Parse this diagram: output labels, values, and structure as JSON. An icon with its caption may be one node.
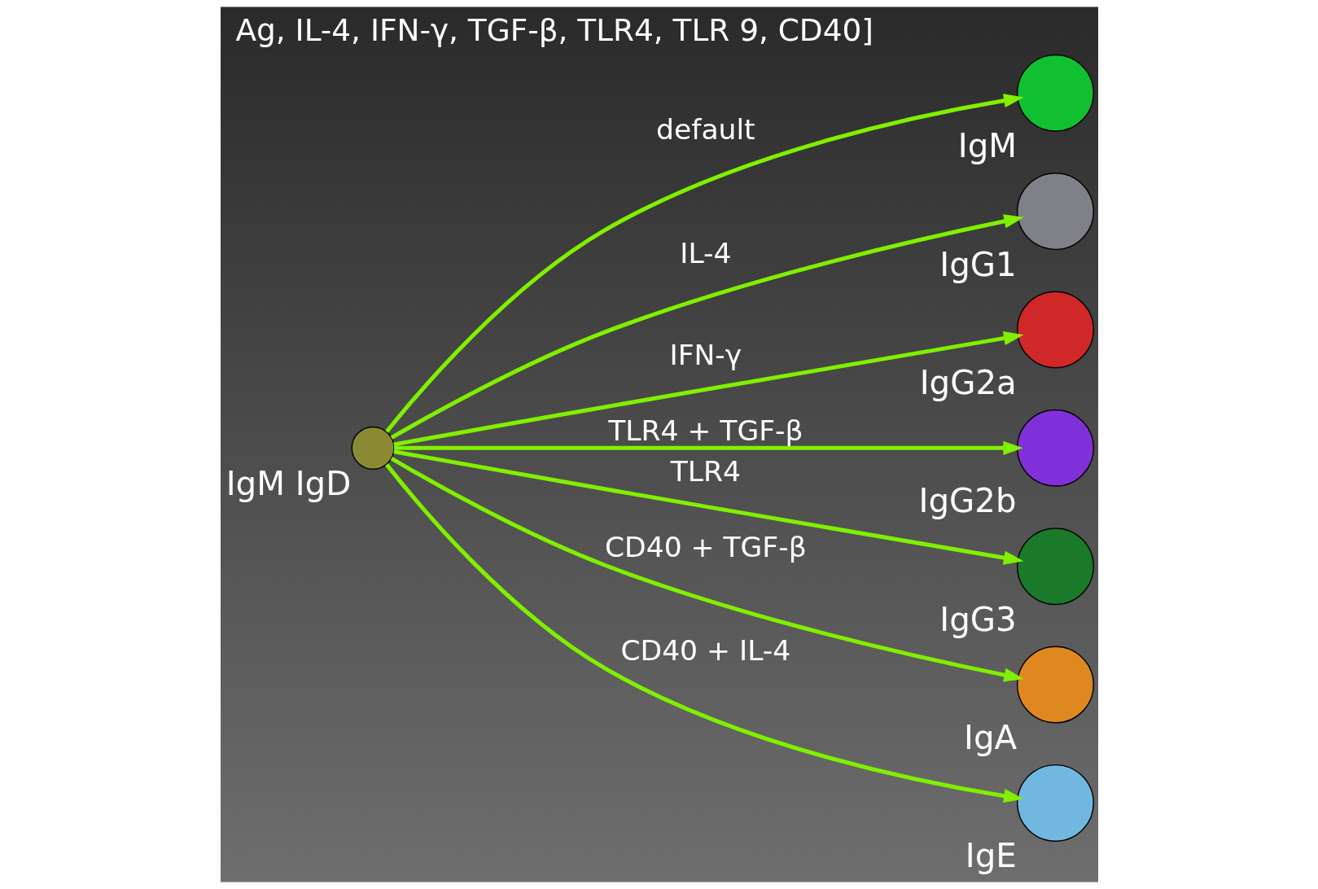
{
  "diagram": {
    "title": "Ag, IL-4, IFN-γ, TGF-β, TLR4, TLR 9, CD40]",
    "nodes": [
      {
        "text": [],
        "shape": "circle",
        "beside": [
          "IgM IgD"
        ]
      },
      {
        "text": [],
        "shape": "circle",
        "beside": [
          "IgM"
        ]
      },
      {
        "text": [],
        "shape": "circle",
        "beside": [
          "IgG1"
        ]
      },
      {
        "text": [],
        "shape": "circle",
        "beside": [
          "IgG2a"
        ]
      },
      {
        "text": [],
        "shape": "circle",
        "beside": [
          "IgG2b"
        ]
      },
      {
        "text": [],
        "shape": "circle",
        "beside": [
          "IgG3"
        ]
      },
      {
        "text": [],
        "shape": "circle",
        "beside": [
          "IgA"
        ]
      },
      {
        "text": [],
        "shape": "circle",
        "beside": [
          "IgE"
        ]
      }
    ],
    "edges": [
      {
        "from": 0,
        "to": 1,
        "arrow": "to",
        "label": "default"
      },
      {
        "from": 0,
        "to": 2,
        "arrow": "to",
        "label": "IL-4"
      },
      {
        "from": 0,
        "to": 3,
        "arrow": "to",
        "label": "IFN-γ"
      },
      {
        "from": 0,
        "to": 4,
        "arrow": "to",
        "label": "TLR4 + TGF-β"
      },
      {
        "from": 0,
        "to": 5,
        "arrow": "to",
        "label": "TLR4"
      },
      {
        "from": 0,
        "to": 6,
        "arrow": "to",
        "label": "CD40 + TGF-β"
      },
      {
        "from": 0,
        "to": 7,
        "arrow": "to",
        "label": "CD40 + IL-4"
      }
    ]
  }
}
